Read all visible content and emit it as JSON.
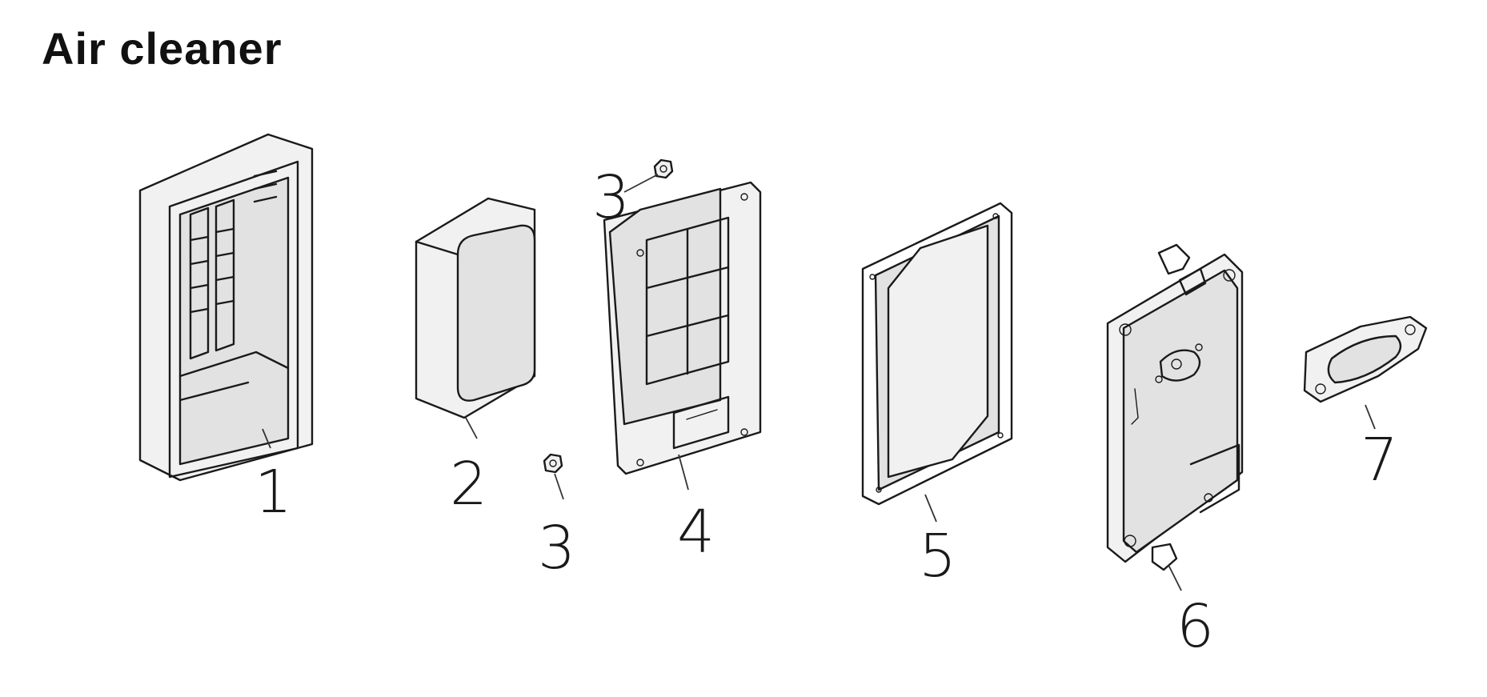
{
  "title": "Air cleaner",
  "callouts": {
    "c1": "1",
    "c2": "2",
    "c3a": "3",
    "c3b": "3",
    "c4": "4",
    "c5": "5",
    "c6": "6",
    "c7": "7"
  }
}
